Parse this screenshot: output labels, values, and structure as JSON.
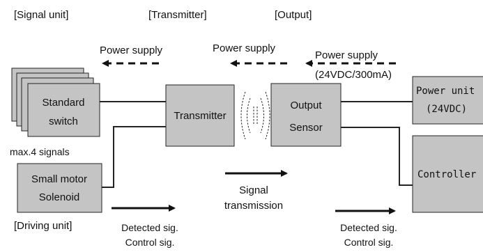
{
  "headers": {
    "signal_unit": "[Signal unit]",
    "transmitter": "[Transmitter]",
    "output": "[Output]"
  },
  "power_supply": {
    "left": "Power supply",
    "middle": "Power supply",
    "right": "Power supply",
    "rating": "(24VDC/300mA)"
  },
  "signal_unit": {
    "switch_line1": "Standard",
    "switch_line2": "switch",
    "max_signals": "max.4 signals",
    "motor_line1": "Small motor",
    "motor_line2": "Solenoid",
    "driving_unit": "[Driving unit]"
  },
  "transmitter": {
    "label": "Transmitter"
  },
  "output_sensor": {
    "line1": "Output",
    "line2": "Sensor"
  },
  "power_unit": {
    "line1": "Power unit",
    "line2": "(24VDC)"
  },
  "controller": {
    "label": "Controller"
  },
  "signal_transmission": {
    "line1": "Signal",
    "line2": "transmission"
  },
  "detected_left": {
    "line1": "Detected sig.",
    "line2": "Control sig."
  },
  "detected_right": {
    "line1": "Detected sig.",
    "line2": "Control sig."
  }
}
